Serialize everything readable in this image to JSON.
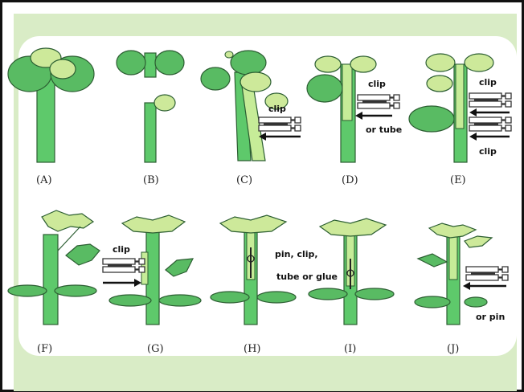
{
  "diagram": {
    "panels": [
      {
        "id": "A",
        "label": "(A)"
      },
      {
        "id": "B",
        "label": "(B)"
      },
      {
        "id": "C",
        "label": "(C)",
        "annotations": [
          "clip"
        ]
      },
      {
        "id": "D",
        "label": "(D)",
        "annotations": [
          "clip",
          "or tube"
        ]
      },
      {
        "id": "E",
        "label": "(E)",
        "annotations": [
          "clip",
          "clip"
        ]
      },
      {
        "id": "F",
        "label": "(F)"
      },
      {
        "id": "G",
        "label": "(G)",
        "annotations": [
          "clip"
        ]
      },
      {
        "id": "H",
        "label": "(H)",
        "annotations": [
          "pin, clip,",
          "tube or glue"
        ]
      },
      {
        "id": "I",
        "label": "(I)"
      },
      {
        "id": "J",
        "label": "(J)",
        "annotations": [
          "or pin"
        ]
      }
    ],
    "colors": {
      "background": "#d9ecc6",
      "stem_dark": "#5ec96b",
      "stem_light": "#c6ec98",
      "leaf_dark": "#59bb63",
      "leaf_light": "#cde99a",
      "outline": "#2c5e32",
      "border": "#111111"
    }
  }
}
